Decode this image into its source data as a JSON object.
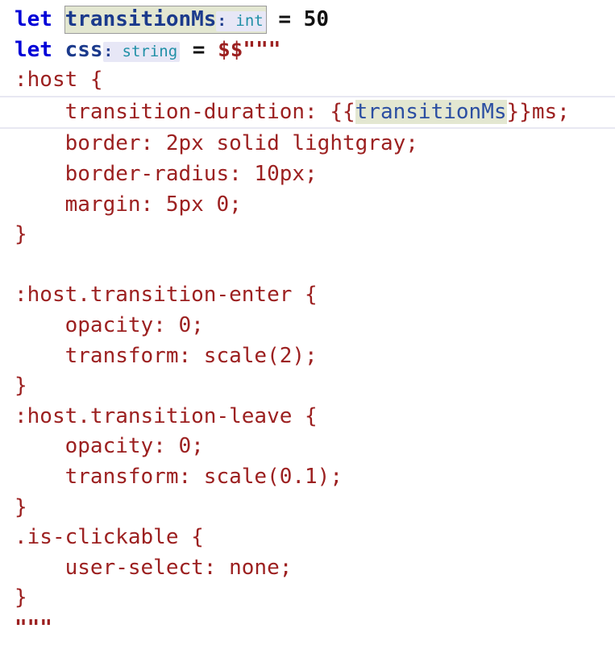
{
  "editor": {
    "language": "fsharp",
    "background_color": "#ffffff",
    "current_line_index": 3,
    "colors": {
      "keyword": "#0000d8",
      "identifier": "#1b3a8c",
      "string": "#9c2020",
      "css_text": "#9c2020",
      "number": "#111111",
      "operator": "#111111",
      "inlay_hint_text": "#1f8fa6",
      "inlay_hint_background": "#e7e7f6",
      "occurrence_highlight": "#e3e7d1",
      "occurrence_border": "#9b9b9b",
      "current_line_rule": "#e8e8f2"
    },
    "lines": [
      {
        "index": 0,
        "text": "let transitionMs: int = 50",
        "tokens": {
          "keyword": "let",
          "identifier": "transitionMs",
          "type_hint_colon": ":",
          "type_hint": "int",
          "operator": "=",
          "number": "50"
        }
      },
      {
        "index": 1,
        "text": "let css: string = $$\"\"\"",
        "tokens": {
          "keyword": "let",
          "identifier": "css",
          "type_hint_colon": ":",
          "type_hint": "string",
          "operator": "=",
          "string_start": "$$\"\"\""
        }
      },
      {
        "index": 2,
        "text": ":host {"
      },
      {
        "index": 3,
        "text": "    transition-duration: {{transitionMs}}ms;",
        "tokens": {
          "prefix": "    transition-duration: ",
          "interp_open": "{{",
          "interp_expr": "transitionMs",
          "interp_close": "}}",
          "suffix": "ms;"
        }
      },
      {
        "index": 4,
        "text": "    border: 2px solid lightgray;"
      },
      {
        "index": 5,
        "text": "    border-radius: 10px;"
      },
      {
        "index": 6,
        "text": "    margin: 5px 0;"
      },
      {
        "index": 7,
        "text": "}"
      },
      {
        "index": 8,
        "text": ""
      },
      {
        "index": 9,
        "text": ":host.transition-enter {"
      },
      {
        "index": 10,
        "text": "    opacity: 0;"
      },
      {
        "index": 11,
        "text": "    transform: scale(2);"
      },
      {
        "index": 12,
        "text": "}"
      },
      {
        "index": 13,
        "text": ":host.transition-leave {"
      },
      {
        "index": 14,
        "text": "    opacity: 0;"
      },
      {
        "index": 15,
        "text": "    transform: scale(0.1);"
      },
      {
        "index": 16,
        "text": "}"
      },
      {
        "index": 17,
        "text": ".is-clickable {"
      },
      {
        "index": 18,
        "text": "    user-select: none;"
      },
      {
        "index": 19,
        "text": "}"
      },
      {
        "index": 20,
        "text": "\"\"\""
      }
    ]
  }
}
